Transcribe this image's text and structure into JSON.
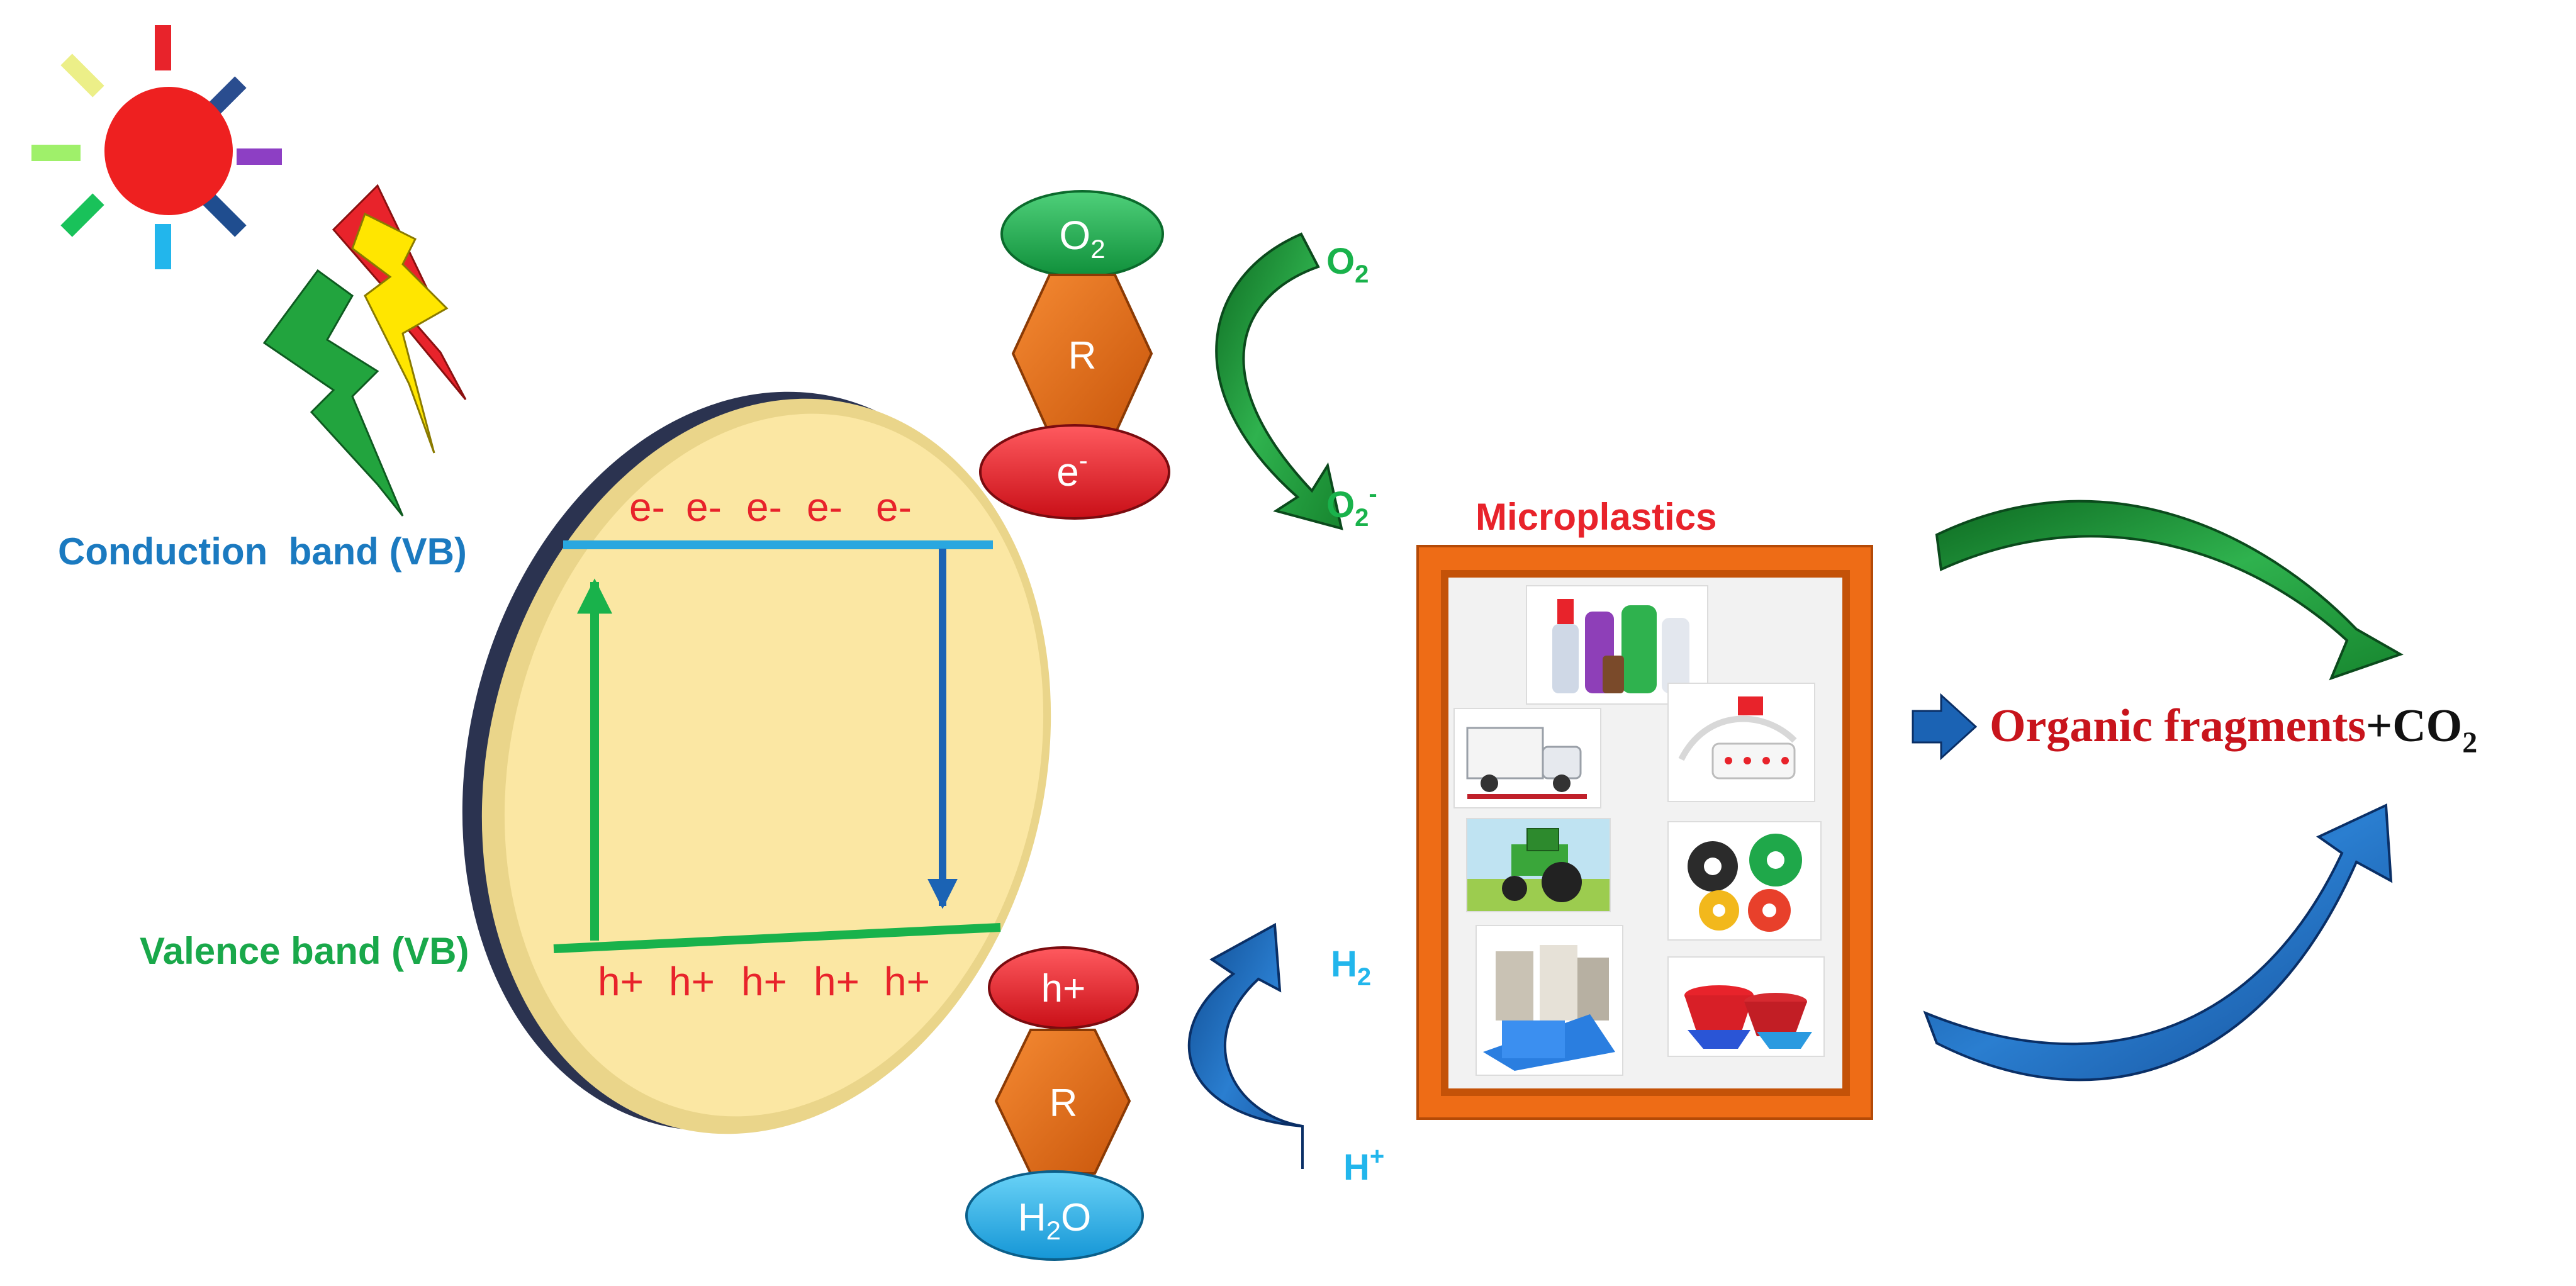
{
  "conduction_band": {
    "label": "Conduction  band (VB)",
    "electrons": [
      "e-",
      "e-",
      "e-",
      "e-",
      "e-"
    ]
  },
  "valence_band": {
    "label": "Valence band (VB)",
    "holes": [
      "h+",
      "h+",
      "h+",
      "h+",
      "h+"
    ]
  },
  "oxidant_complex": {
    "top": "O",
    "top_sub": "2",
    "ring": "R",
    "bottom": "e",
    "bottom_sup": "-"
  },
  "reductant_complex": {
    "top": "h+",
    "ring": "R",
    "bottom_pre": "H",
    "bottom_sub": "2",
    "bottom_post": "O"
  },
  "oxygen_reaction": {
    "from": "O",
    "from_sub": "2",
    "to": "O",
    "to_sub": "2",
    "to_sup": "-"
  },
  "hydrogen_reaction": {
    "from": "H",
    "from_sup": "+",
    "to": "H",
    "to_sub": "2"
  },
  "microplastics": {
    "title": "Microplastics",
    "items": [
      "plastic-bottles-photo",
      "delivery-trucks-photo",
      "power-strip-photo",
      "tractor-photo",
      "rubber-gears-photo",
      "plastic-film-rolls-photo",
      "plastic-basins-photo"
    ]
  },
  "products": {
    "fragments": "Organic fragments",
    "plus": "+CO",
    "co2_sub": "2"
  },
  "colors": {
    "sun": "#e8232b",
    "catalyst_fill": "#fbe8a6",
    "conduction": "#2aa7df",
    "valence": "#19b24b",
    "red_label": "#e8232b",
    "green_arrow": "#1f9a3a",
    "blue_arrow": "#1b63b4",
    "frame": "#ee6c16",
    "ring": "#e3670f",
    "ellipse_green": "#1aa84a",
    "ellipse_red": "#e11d24",
    "ellipse_cyan": "#22b6ec"
  }
}
